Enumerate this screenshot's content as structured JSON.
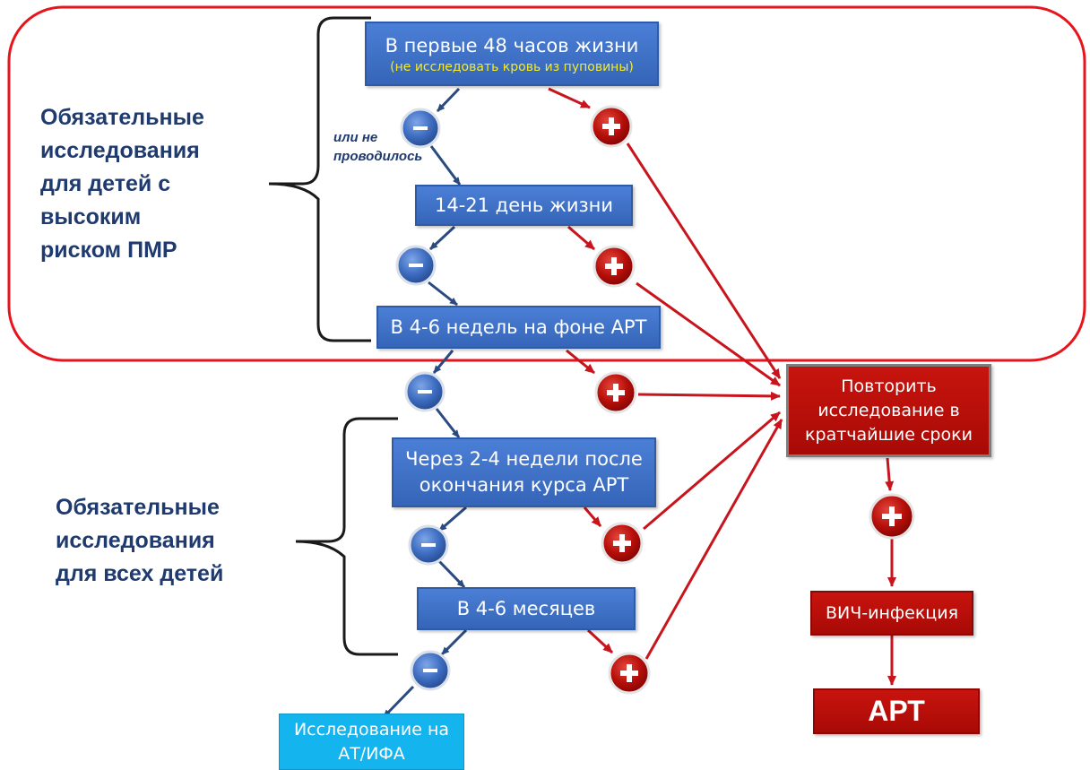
{
  "left_labels": {
    "high_risk": [
      "Обязательные",
      "исследования",
      "для детей с",
      "высоким",
      "риском ПМР"
    ],
    "all_children": [
      "Обязательные",
      "исследования",
      "для всех детей"
    ]
  },
  "note": [
    "или не",
    "проводилось"
  ],
  "boxes": {
    "first48": {
      "line1": "В первые 48 часов жизни",
      "line2": "(не исследовать кровь из пуповины)"
    },
    "day14": "14-21 день жизни",
    "weeks4": "В 4-6 недель на фоне АРТ",
    "after_art": [
      "Через 2-4 недели после",
      "окончания курса АРТ"
    ],
    "months4": "В 4-6 месяцев",
    "antibody": [
      "Исследование на",
      "АТ/ИФА"
    ],
    "repeat": [
      "Повторить",
      "исследование в",
      "кратчайшие сроки"
    ],
    "hiv": "ВИЧ-инфекция",
    "art": "АРТ"
  },
  "signs": {
    "minus": "−",
    "plus": "+"
  },
  "colors": {
    "blue_box": "#3a6cc4",
    "red_box": "#b30d08",
    "cyan_box": "#14b4ee",
    "label": "#1f3a6e",
    "frame": "#e8141c",
    "arrow_blue": "#2a4a80",
    "arrow_red": "#c8141c",
    "subtitle": "#f2ea2a"
  }
}
